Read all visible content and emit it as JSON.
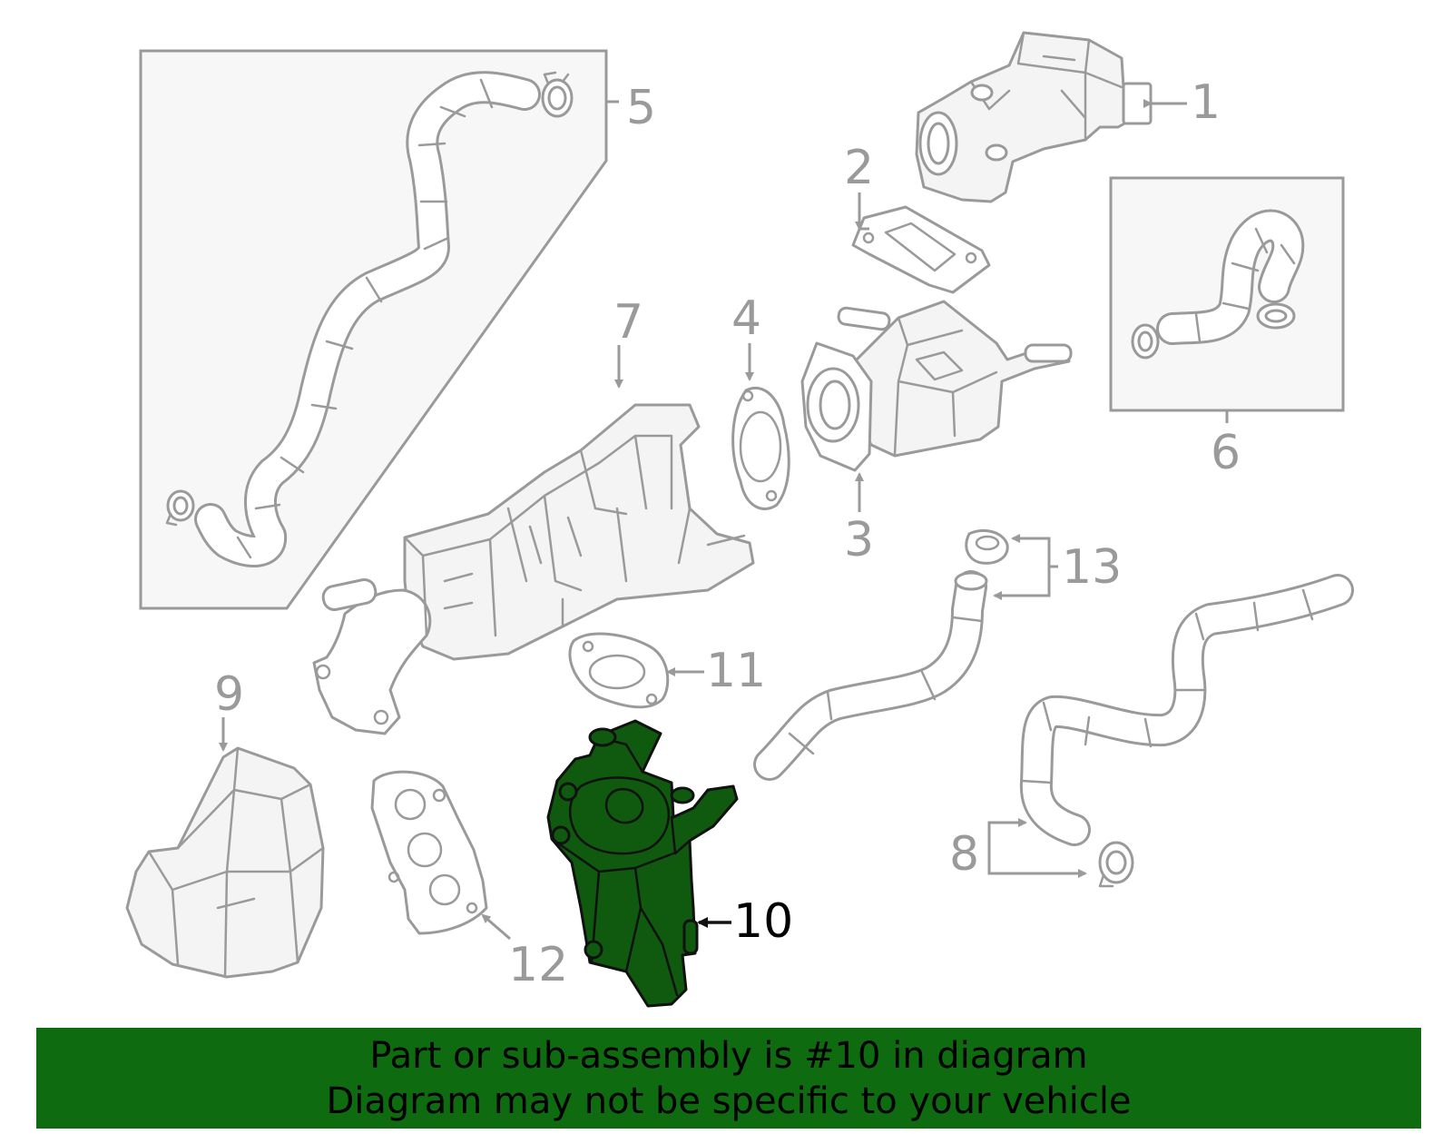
{
  "callouts": {
    "c1": "1",
    "c2": "2",
    "c3": "3",
    "c4": "4",
    "c5": "5",
    "c6": "6",
    "c7": "7",
    "c8": "8",
    "c9": "9",
    "c10": "10",
    "c11": "11",
    "c12": "12",
    "c13": "13"
  },
  "highlighted_part": "10",
  "colors": {
    "highlight_fill": "#0f5a0f",
    "banner_background": "#0f6b0f",
    "line_gray": "#9a9a9a"
  },
  "banner": {
    "line1": "Part or sub-assembly is #10 in diagram",
    "line2": "Diagram may not be specific to your vehicle"
  }
}
